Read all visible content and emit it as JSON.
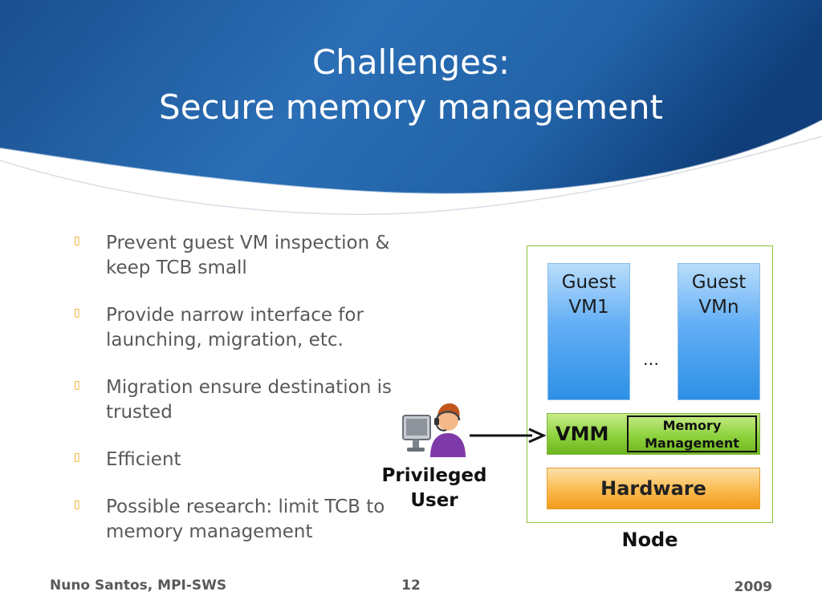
{
  "slide": {
    "title_line1": "Challenges:",
    "title_line2": "Secure memory management"
  },
  "bullets": [
    {
      "text": "Prevent guest VM inspection & keep TCB small"
    },
    {
      "text": "Provide narrow interface for launching, migration, etc."
    },
    {
      "text": "Migration ensure destination is trusted"
    },
    {
      "text": "Efficient"
    },
    {
      "text": "Possible research: limit TCB to memory management"
    }
  ],
  "diagram": {
    "guest_vm1_line1": "Guest",
    "guest_vm1_line2": "VM1",
    "guest_vmn_line1": "Guest",
    "guest_vmn_line2": "VMn",
    "ellipsis": "…",
    "vmm_label": "VMM",
    "memory_mgmt_line1": "Memory",
    "memory_mgmt_line2": "Management",
    "hardware_label": "Hardware",
    "node_label": "Node",
    "user_label_line1": "Privileged",
    "user_label_line2": "User"
  },
  "footer": {
    "author": "Nuno Santos, MPI-SWS",
    "page_number": "12",
    "year": "2009"
  },
  "colors": {
    "header_blue": "#1f5fa3",
    "bullet_accent": "#f3a313",
    "guest_vm_blue": "#5aa9f2",
    "vmm_green": "#8ed23e",
    "hardware_orange": "#fbbd55",
    "node_border": "#8fc23c"
  }
}
